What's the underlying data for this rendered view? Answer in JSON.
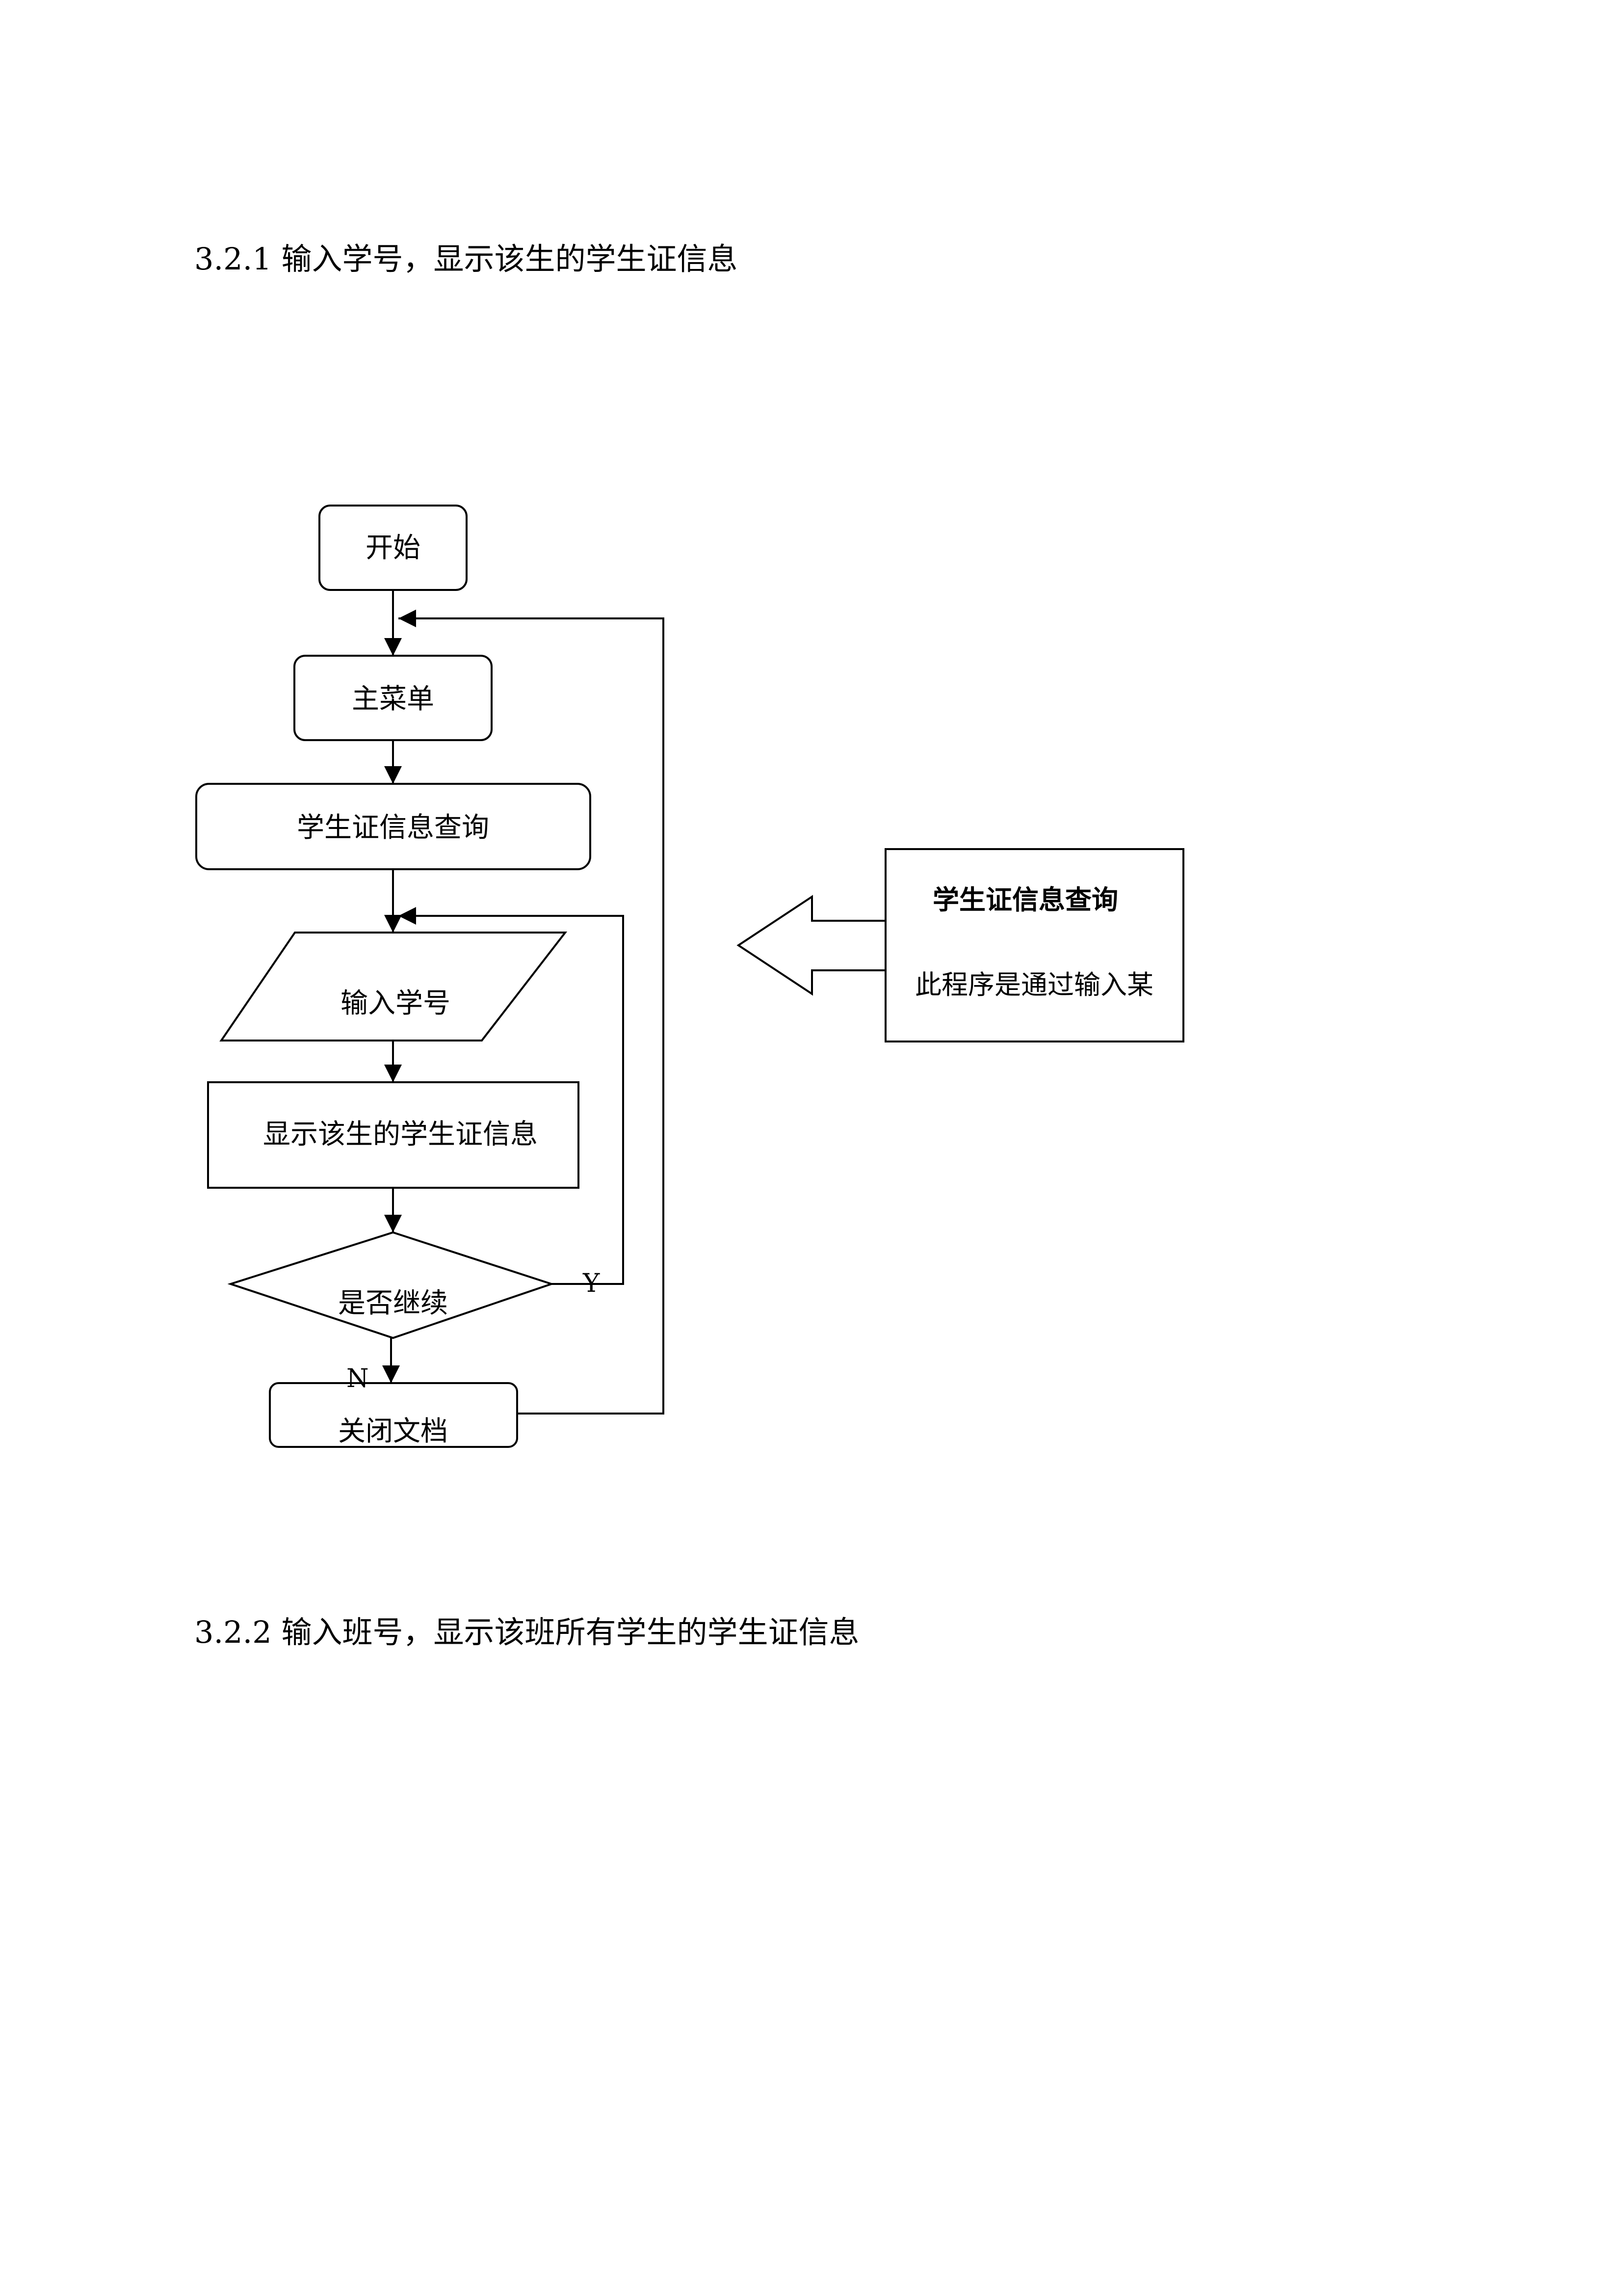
{
  "document": {
    "section_1_heading": "3.2.1  输入学号，显示该生的学生证信息",
    "section_2_heading": "3.2.2  输入班号，显示该班所有学生的学生证信息"
  },
  "flowchart": {
    "nodes": {
      "start": "开始",
      "main_menu": "主菜单",
      "query": "学生证信息查询",
      "input_id": "输入学号",
      "display": "显示该生的学生证信息",
      "decision": "是否继续",
      "close": "关闭文档"
    },
    "branches": {
      "yes": "Y",
      "no": "N"
    },
    "callout": {
      "title": "学生证信息查询",
      "body": "此程序是通过输入某"
    }
  }
}
